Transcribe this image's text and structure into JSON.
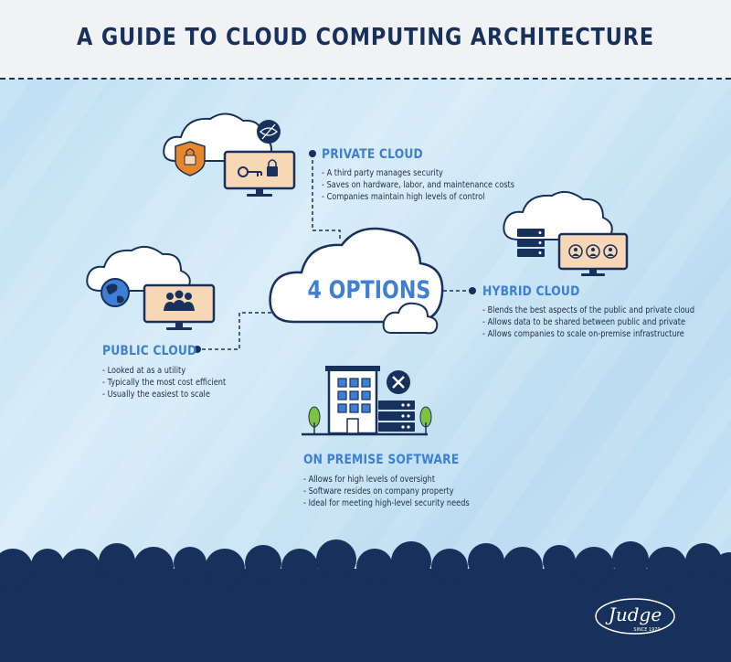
{
  "header": {
    "title": "A GUIDE TO CLOUD COMPUTING ARCHITECTURE"
  },
  "center": {
    "label": "4 OPTIONS"
  },
  "private_cloud": {
    "title": "PRIVATE CLOUD",
    "bullets": [
      "A third party manages security",
      "Saves on hardware, labor, and maintenance costs",
      "Companies maintain high levels of control"
    ],
    "icons": [
      "cloud-icon",
      "shield-lock-icon",
      "hidden-eye-icon",
      "monitor-key-lock-icon"
    ]
  },
  "hybrid_cloud": {
    "title": "HYBRID CLOUD",
    "bullets": [
      "Blends the best aspects of the public and private cloud",
      "Allows data to be shared between public and private",
      "Allows companies to scale on-premise infrastructure"
    ],
    "icons": [
      "cloud-icon",
      "server-rack-icon",
      "monitor-users-icon"
    ]
  },
  "public_cloud": {
    "title": "PUBLIC CLOUD",
    "bullets": [
      "Looked at as a utility",
      "Typically the most cost efficient",
      "Usually the easiest to scale"
    ],
    "icons": [
      "cloud-icon",
      "globe-icon",
      "monitor-group-icon"
    ]
  },
  "on_premise": {
    "title": "ON PREMISE SOFTWARE",
    "bullets": [
      "Allows for high levels of oversight",
      "Software resides on company property",
      "Ideal for meeting high-level security needs"
    ],
    "icons": [
      "building-icon",
      "tree-icon",
      "server-rack-icon",
      "tools-icon"
    ]
  },
  "footer": {
    "logo_text": "Judge",
    "logo_subtext": "SINCE 1970"
  },
  "colors": {
    "navy": "#17315c",
    "accent_blue": "#3e7fd3",
    "monitor_screen": "#f7d7b6",
    "shield_orange": "#e8862a",
    "tree_green": "#7ec242"
  }
}
